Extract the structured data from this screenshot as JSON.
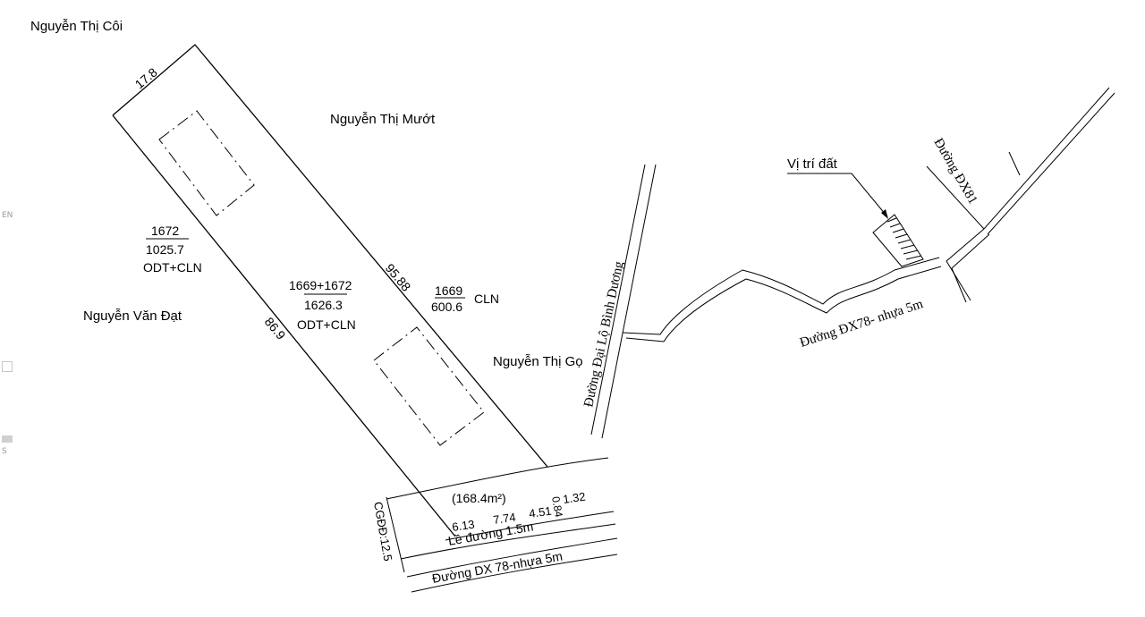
{
  "owners": {
    "top_left": "Nguyễn Thị Côi",
    "top_right": "Nguyễn Thị Mướt",
    "left": "Nguyễn Văn Đạt",
    "right_lower": "Nguyễn Thị Gọ"
  },
  "parcels": {
    "left_number": "1672",
    "left_area": "1025.7",
    "left_use": "ODT+CLN",
    "main_number": "1669+1672",
    "main_area": "1626.3",
    "main_use": "ODT+CLN",
    "right_number": "1669",
    "right_area": "600.6",
    "right_use": "CLN"
  },
  "dimensions": {
    "top_width": "17.8",
    "right_side": "95.88",
    "left_side": "86.9",
    "d1": "6.13",
    "d2": "7.74",
    "d3": "4.51",
    "d4": "1.32",
    "d5": "0.84",
    "road_area": "(168.4m²)",
    "cgdd": "CGĐĐ:12.5"
  },
  "roads": {
    "ditch": "Lề đường 1.5m",
    "dx78_main": "Đường DX 78-nhựa 5m",
    "dai_lo": "Đường Đại Lộ Bình Dương",
    "dx78_map": "Đường ĐX78- nhựa 5m",
    "dx81": "Đường ĐX81"
  },
  "location_label": "Vị trí đất",
  "sidebar": {
    "lang": "EN",
    "s_label": "S"
  }
}
